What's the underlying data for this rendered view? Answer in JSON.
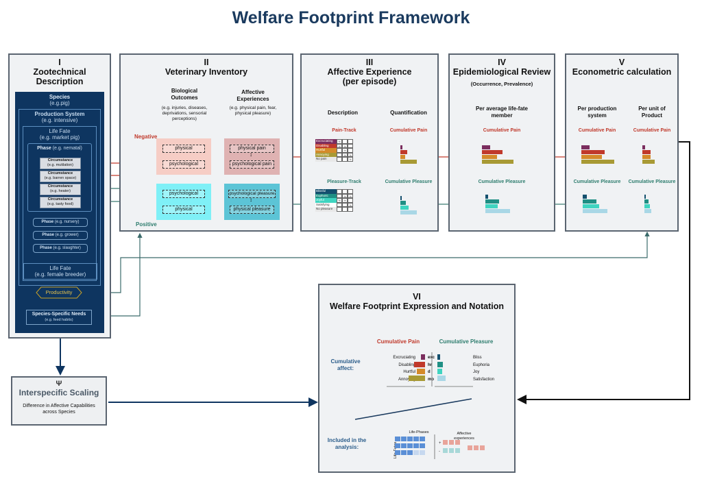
{
  "title": "Welfare Footprint Framework",
  "colors": {
    "dark_blue": "#0e3560",
    "title_blue": "#1a3a5e",
    "pain_red": "#c0392b",
    "pleasure_teal": "#2e7d6e",
    "excruciating": "#7b2d5e",
    "disabling": "#c0392b",
    "hurtful": "#d48a2a",
    "annoying": "#a89a35",
    "bliss": "#14506e",
    "euphoria": "#1f8f84",
    "joy": "#3fd4c0",
    "satisfaction": "#a9d7e6"
  },
  "panel1": {
    "num": "I",
    "title": "Zootechnical Description",
    "species": "Species",
    "species_eg": "(e.g.pig)",
    "production_system": "Production System",
    "production_system_eg": "(e.g. intensive)",
    "life_fate": "Life Fate",
    "life_fate_eg": "(e.g. market pig)",
    "phase": "Phase",
    "phase_eg": "(e.g. nematal)",
    "circumstances": [
      {
        "label": "Circumstance",
        "eg": "(e.g. mutilation)"
      },
      {
        "label": "Circumstance",
        "eg": "(e.g. barren space)"
      },
      {
        "label": "Circumstance",
        "eg": "(e.g. heater)"
      },
      {
        "label": "Circumstance",
        "eg": "(e.g. tasty food)"
      }
    ],
    "phases": [
      {
        "label": "Phase",
        "eg": "(e.g. nursery)"
      },
      {
        "label": "Phase",
        "eg": "(e.g. grower)"
      },
      {
        "label": "Phase",
        "eg": "(e.g. slaughter)"
      }
    ],
    "life_fate2": "Life Fate",
    "life_fate2_eg": "(e.g. female breeder)",
    "productivity": "Productivity",
    "needs": "Species-Specific Needs",
    "needs_eg": "(e.g. feed habits)"
  },
  "panel2": {
    "num": "II",
    "title": "Veterinary Inventory",
    "bio_head": "Biological Outcomes",
    "bio_eg": "(e.g. injuries, diseases, deprivations, sensorial perceptions)",
    "aff_head": "Affective Experiences",
    "aff_eg": "(e.g. physical pain, fear, physical pleasure)",
    "negative": "Negative",
    "positive": "Positive",
    "neg_bio": [
      "physical",
      "psychological"
    ],
    "neg_aff": [
      "physical pain",
      "psychological pain"
    ],
    "pos_bio": [
      "psychological",
      "physical"
    ],
    "pos_aff": [
      "psychological pleasure",
      "physical pleasure"
    ]
  },
  "panel3": {
    "num": "III",
    "title": "Affective Experience",
    "title2": "(per episode)",
    "desc_head": "Description",
    "quant_head": "Quantification",
    "pain_track": "Pain-Track",
    "pleasure_track": "Pleasure-Track",
    "pain_rows": [
      "Excruciating",
      "Disabling",
      "Hurtful",
      "Annoying",
      "No pain"
    ],
    "pleasure_rows": [
      "Blissful",
      "Euphoric",
      "Joyful",
      "Satisfying",
      "No pleasure"
    ],
    "cum_pain": "Cumulative Pain",
    "cum_pleasure": "Cumulative Pleasure"
  },
  "panel4": {
    "num": "IV",
    "title": "Epidemiological Review",
    "subtitle": "(Occurrence, Prevalence)",
    "head": "Per average life-fate member",
    "cum_pain": "Cumulative Pain",
    "cum_pleasure": "Cumulative Pleasure"
  },
  "panel5": {
    "num": "V",
    "title": "Econometric calculation",
    "head1": "Per production system",
    "head2": "Per unit of Product",
    "cum_pain": "Cumulative Pain",
    "cum_pleasure": "Cumulative Pleasure"
  },
  "panel6": {
    "num": "VI",
    "title": "Welfare Footprint Expression and Notation",
    "cum_pain": "Cumulative Pain",
    "cum_pleasure": "Cumulative Pleasure",
    "cum_affect": "Cumulative affect:",
    "pain_labels": [
      "Excruciating",
      "Disabling",
      "Hurtful",
      "Annoying"
    ],
    "pain_codes": [
      "exc",
      "hr",
      "d",
      "mo"
    ],
    "pleasure_labels": [
      "Bliss",
      "Euphoria",
      "Joy",
      "Satisfaction"
    ],
    "included": "Included in the analysis:",
    "life_phases": "Life-Phases",
    "life_fates": "Life-Fates",
    "affective_exp": "Affective experiences"
  },
  "psi": {
    "symbol": "Ψ",
    "title": "Interspecific Scaling",
    "desc": "Difference in Affective Capabilities across Species"
  }
}
